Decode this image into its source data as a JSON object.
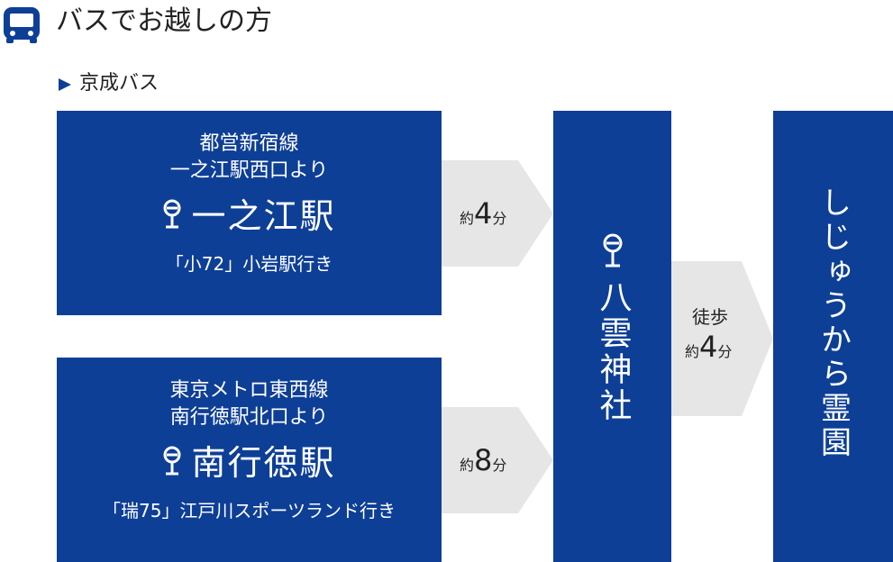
{
  "header": {
    "title": "バスでお越しの方",
    "bus_icon": "bus-icon",
    "subheading": "京成バス",
    "subheading_icon": "triangle-right-icon",
    "accent_color": "#0e3f96"
  },
  "routes": [
    {
      "line_name": "都営新宿線",
      "from_exit": "一之江駅西口より",
      "station": "一之江駅",
      "bus_route": "「小72」小岩駅行き",
      "travel_prefix": "約",
      "travel_number": "4",
      "travel_unit": "分"
    },
    {
      "line_name": "東京メトロ東西線",
      "from_exit": "南行徳駅北口より",
      "station": "南行徳駅",
      "bus_route": "「瑞75」江戸川スポーツランド行き",
      "travel_prefix": "約",
      "travel_number": "8",
      "travel_unit": "分"
    }
  ],
  "bus_stop": {
    "name": "八雲神社",
    "icon": "bus-stop-pin-icon"
  },
  "walk": {
    "label": "徒歩",
    "prefix": "約",
    "number": "4",
    "unit": "分"
  },
  "destination": {
    "name": "しじゅうから霊園"
  },
  "colors": {
    "box": "#0e3f96",
    "arrow": "#e6e6e6",
    "text_light": "#ffffff",
    "text_dark": "#222222"
  }
}
